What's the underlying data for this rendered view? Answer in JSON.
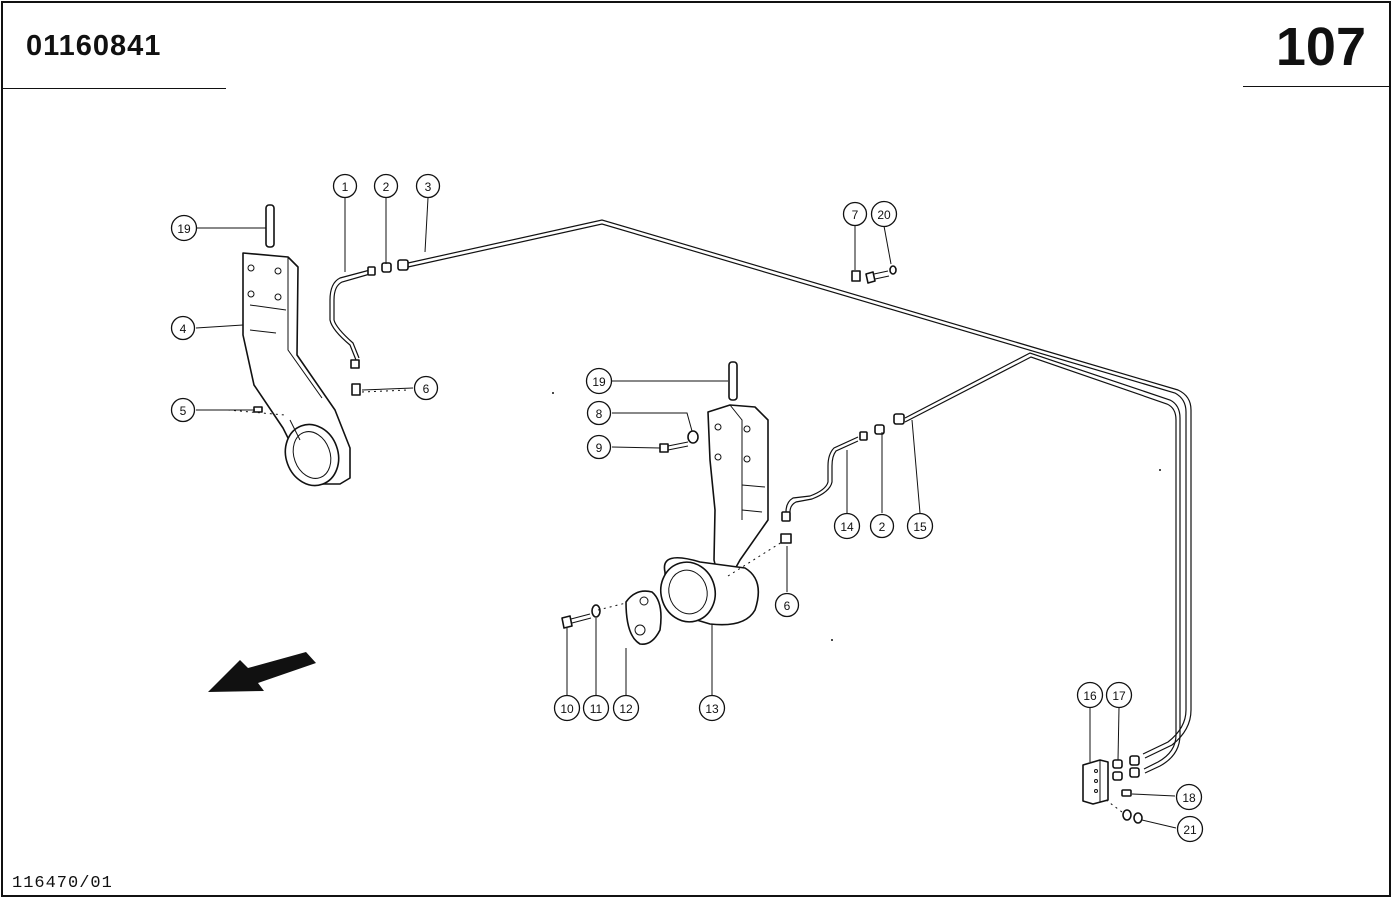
{
  "header": {
    "doc_number": "01160841",
    "page_number": "107"
  },
  "footer": {
    "drawing_ref": "116470/01"
  },
  "callouts": [
    {
      "id": "c1",
      "label": "1"
    },
    {
      "id": "c2a",
      "label": "2"
    },
    {
      "id": "c3",
      "label": "3"
    },
    {
      "id": "c19a",
      "label": "19"
    },
    {
      "id": "c4",
      "label": "4"
    },
    {
      "id": "c5",
      "label": "5"
    },
    {
      "id": "c6a",
      "label": "6"
    },
    {
      "id": "c7",
      "label": "7"
    },
    {
      "id": "c20",
      "label": "20"
    },
    {
      "id": "c19b",
      "label": "19"
    },
    {
      "id": "c8",
      "label": "8"
    },
    {
      "id": "c9",
      "label": "9"
    },
    {
      "id": "c14",
      "label": "14"
    },
    {
      "id": "c2b",
      "label": "2"
    },
    {
      "id": "c15",
      "label": "15"
    },
    {
      "id": "c6b",
      "label": "6"
    },
    {
      "id": "c10",
      "label": "10"
    },
    {
      "id": "c11",
      "label": "11"
    },
    {
      "id": "c12",
      "label": "12"
    },
    {
      "id": "c13",
      "label": "13"
    },
    {
      "id": "c16",
      "label": "16"
    },
    {
      "id": "c17",
      "label": "17"
    },
    {
      "id": "c18",
      "label": "18"
    },
    {
      "id": "c21",
      "label": "21"
    }
  ],
  "icons": {
    "direction_arrow": "arrow-icon"
  }
}
